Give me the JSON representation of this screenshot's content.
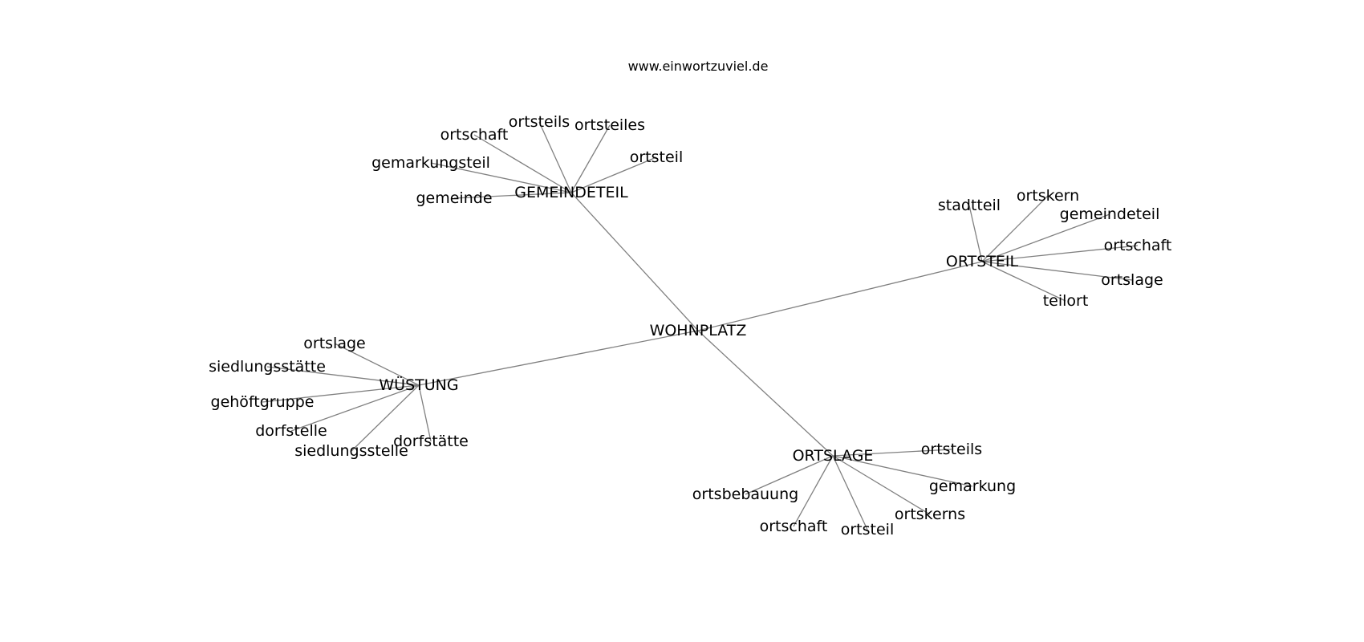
{
  "title": "www.einwortzuviel.de",
  "center": "WOHNPLATZ",
  "hubs": [
    {
      "id": "gemeindeteil",
      "label": "GEMEINDETEIL",
      "leaves": [
        "ortsteils",
        "ortsteiles",
        "ortschaft",
        "ortsteil",
        "gemarkungsteil",
        "gemeinde"
      ]
    },
    {
      "id": "ortsteil",
      "label": "ORTSTEIL",
      "leaves": [
        "stadtteil",
        "ortskern",
        "gemeindeteil",
        "ortschaft",
        "ortslage",
        "teilort"
      ]
    },
    {
      "id": "wuestung",
      "label": "WÜSTUNG",
      "leaves": [
        "ortslage",
        "siedlungsstätte",
        "gehöftgruppe",
        "dorfstelle",
        "siedlungsstelle",
        "dorfstätte"
      ]
    },
    {
      "id": "ortslage",
      "label": "ORTSLAGE",
      "leaves": [
        "ortsteils",
        "gemarkung",
        "ortsbebauung",
        "ortskerns",
        "ortschaft",
        "ortsteil"
      ]
    }
  ]
}
